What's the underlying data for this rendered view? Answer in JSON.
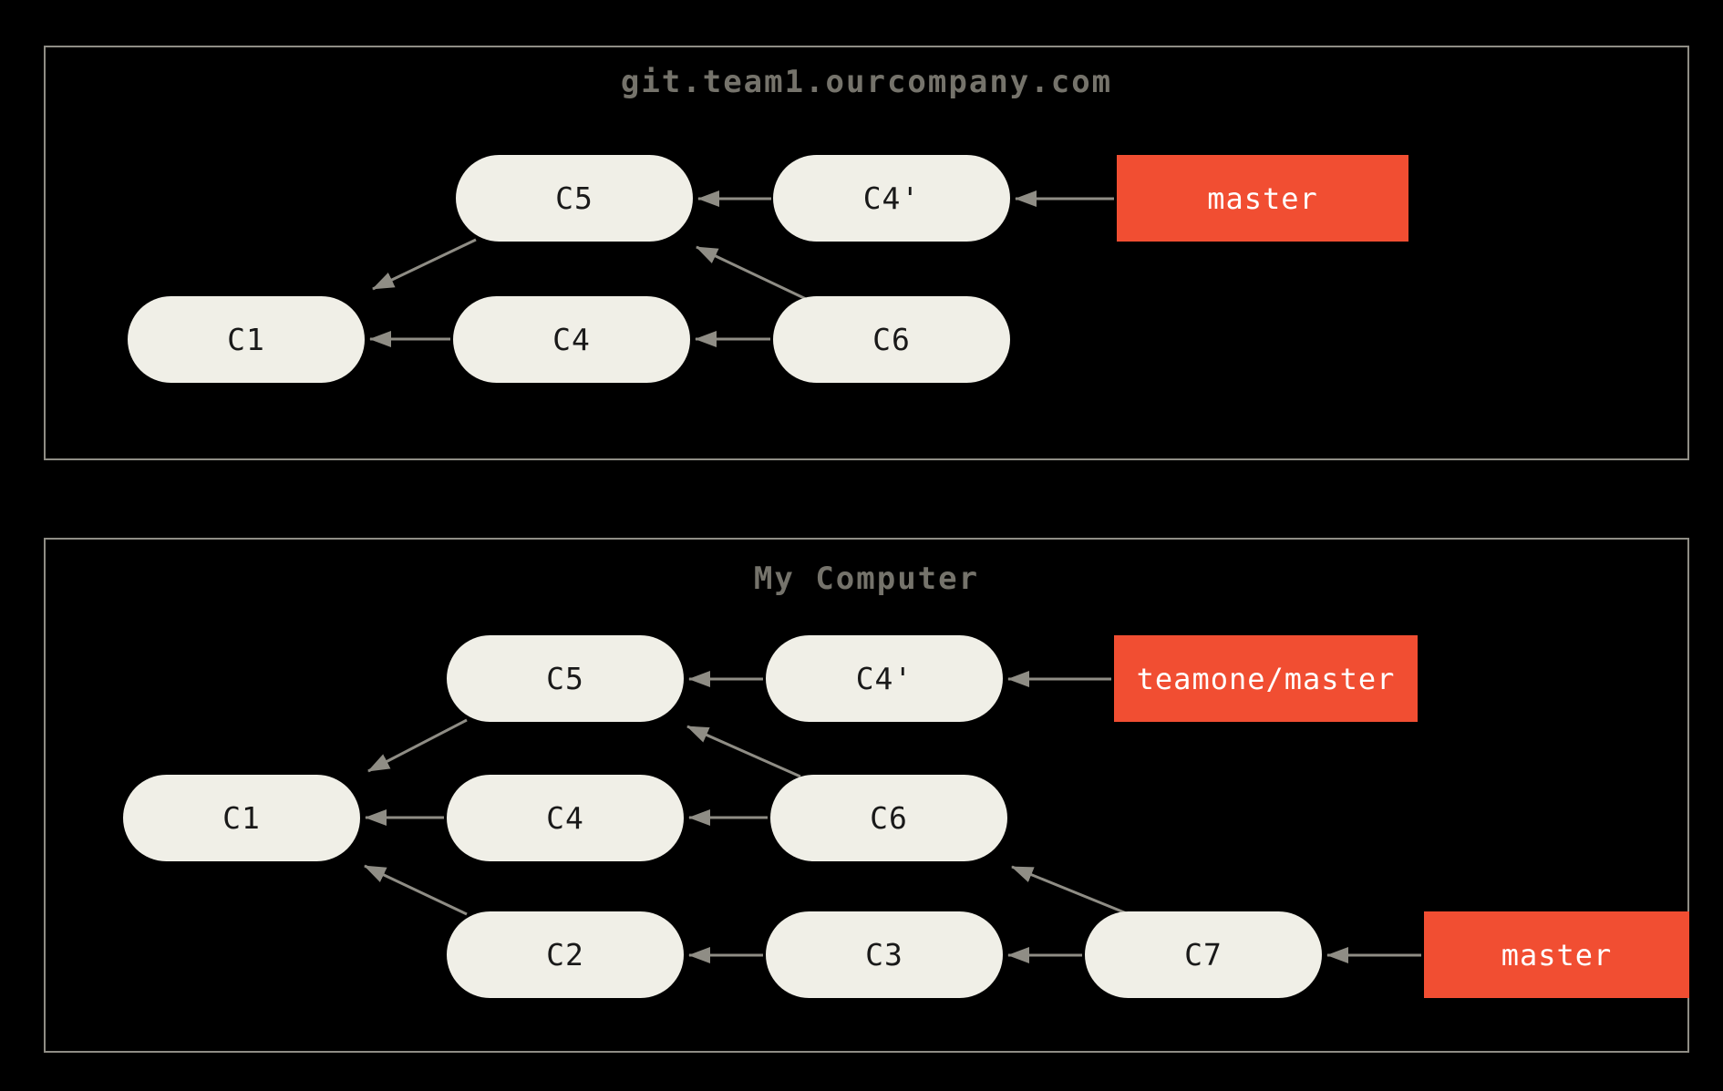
{
  "colors": {
    "background": "#000000",
    "panel_border": "#8f8d85",
    "arrow": "#8f8d85",
    "commit_fill": "#f0efe7",
    "commit_text": "#191919",
    "branch_fill": "#f14e32",
    "branch_text": "#ffffff",
    "title_text": "#75736b"
  },
  "panels": [
    {
      "title": "git.team1.ourcompany.com",
      "nodes": [
        {
          "label": "C5"
        },
        {
          "label": "C4'"
        },
        {
          "label": "C1"
        },
        {
          "label": "C4"
        },
        {
          "label": "C6"
        }
      ],
      "branches": [
        {
          "label": "master",
          "points_to": "C4'"
        }
      ],
      "edges": [
        "C4' -> C5",
        "master -> C4'",
        "C5 -> C1",
        "C4 -> C1",
        "C6 -> C4",
        "C6 -> C5"
      ]
    },
    {
      "title": "My Computer",
      "nodes": [
        {
          "label": "C5"
        },
        {
          "label": "C4'"
        },
        {
          "label": "C1"
        },
        {
          "label": "C4"
        },
        {
          "label": "C6"
        },
        {
          "label": "C2"
        },
        {
          "label": "C3"
        },
        {
          "label": "C7"
        }
      ],
      "branches": [
        {
          "label": "teamone/master",
          "points_to": "C4'"
        },
        {
          "label": "master",
          "points_to": "C7"
        }
      ],
      "edges": [
        "C4' -> C5",
        "teamone/master -> C4'",
        "C5 -> C1",
        "C4 -> C1",
        "C6 -> C4",
        "C6 -> C5",
        "C2 -> C1",
        "C3 -> C2",
        "C7 -> C3",
        "C7 -> C6",
        "master -> C7"
      ]
    }
  ]
}
